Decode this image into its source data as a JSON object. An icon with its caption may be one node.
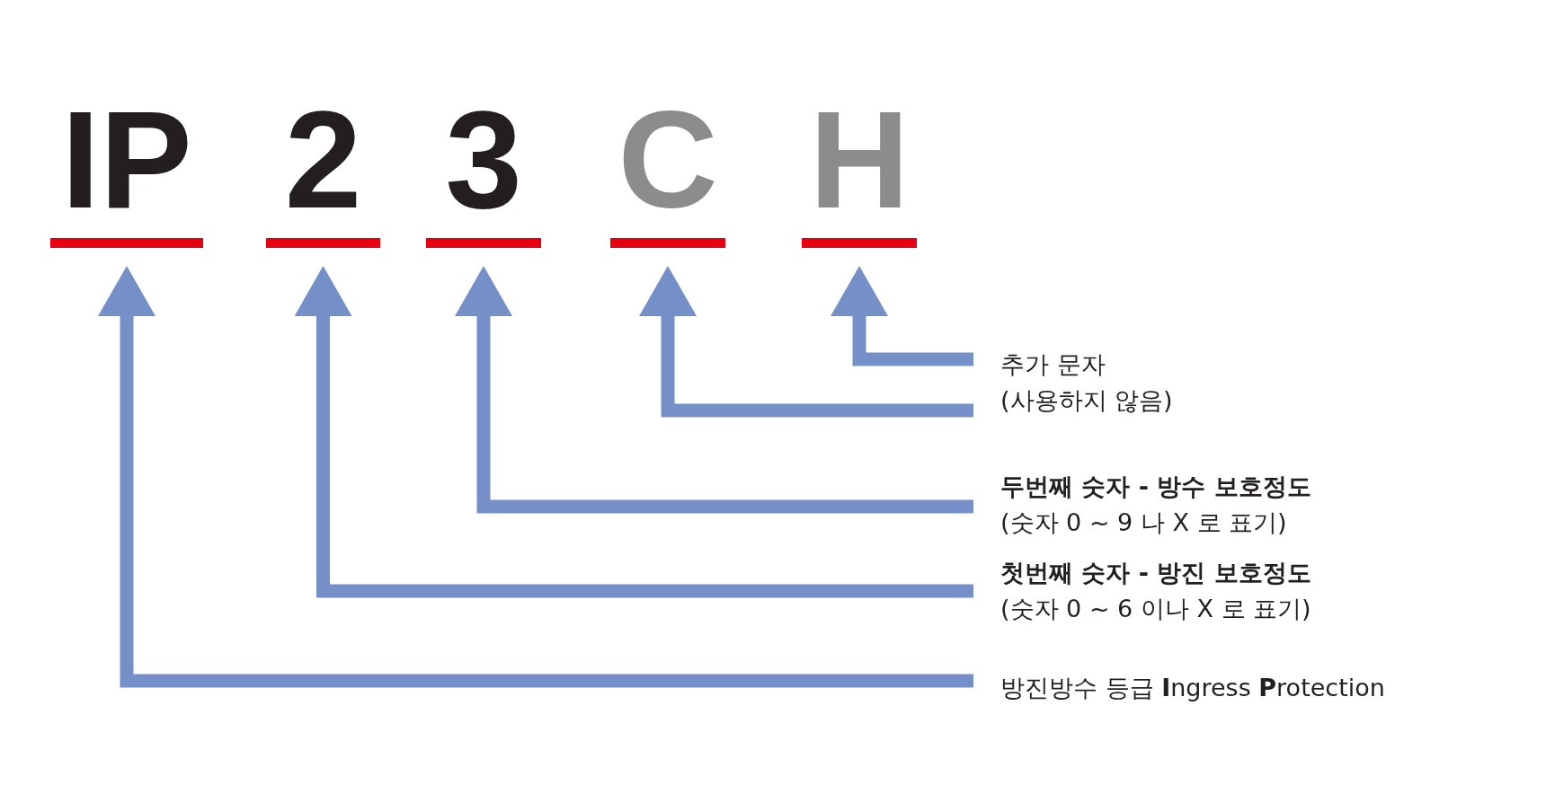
{
  "diagram": {
    "nodes": [
      {
        "text": [
          "IP"
        ]
      },
      {
        "text": [
          "2"
        ]
      },
      {
        "text": [
          "3"
        ]
      },
      {
        "text": [
          "C"
        ]
      },
      {
        "text": [
          "H"
        ]
      },
      {
        "text": [
          "추가 문자",
          "(사용하지 않음)"
        ]
      },
      {
        "text": [
          "두번째 숫자 - 방수 보호정도",
          "(숫자 0 ~ 9 나 X 로 표기)"
        ]
      },
      {
        "text": [
          "첫번째 숫자 - 방진 보호정도",
          "(숫자 0 ~ 6 이나 X 로 표기)"
        ]
      },
      {
        "text": [
          "방진방수 등급 **I**ngress **P**rotection"
        ]
      }
    ],
    "edges": [
      {
        "from": 5,
        "to": 4,
        "arrow": "to"
      },
      {
        "from": 5,
        "to": 3,
        "arrow": "to"
      },
      {
        "from": 6,
        "to": 2,
        "arrow": "to"
      },
      {
        "from": 7,
        "to": 1,
        "arrow": "to"
      },
      {
        "from": 8,
        "to": 0,
        "arrow": "to"
      }
    ]
  }
}
